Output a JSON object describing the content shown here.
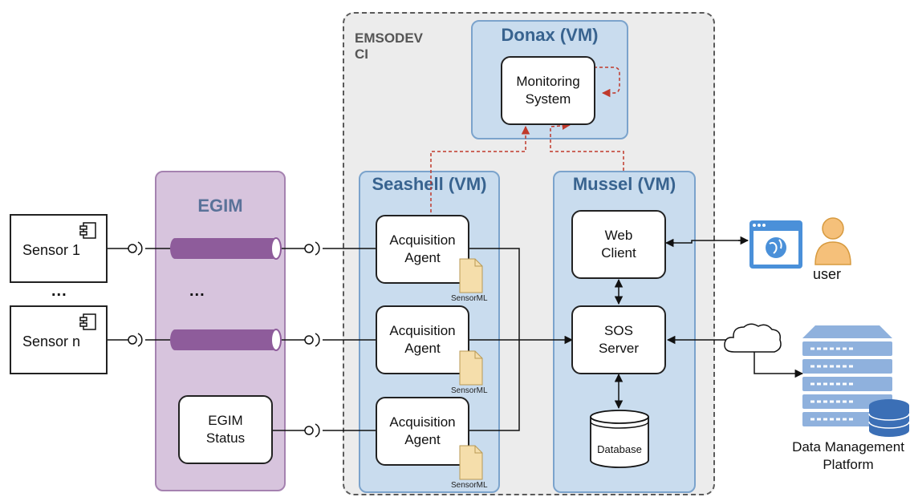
{
  "ci_label": [
    "EMSODEV",
    "CI"
  ],
  "donax": {
    "title": "Donax (VM)",
    "monitoring": [
      "Monitoring",
      "System"
    ]
  },
  "seashell": {
    "title": "Seashell (VM)",
    "agents": [
      [
        "Acquisition",
        "Agent"
      ],
      [
        "Acquisition",
        "Agent"
      ],
      [
        "Acquisition",
        "Agent"
      ]
    ],
    "doc_label": "SensorML"
  },
  "mussel": {
    "title": "Mussel (VM)",
    "web_client": [
      "Web",
      "Client"
    ],
    "sos_server": [
      "SOS",
      "Server"
    ],
    "database": "Database"
  },
  "egim": {
    "title": "EGIM",
    "ellipsis": "...",
    "status": [
      "EGIM",
      "Status"
    ]
  },
  "sensors": [
    {
      "label": "Sensor 1"
    },
    {
      "label": "Sensor n"
    }
  ],
  "sensor_ellipsis": "...",
  "user_label": "user",
  "platform_label": [
    "Data Management",
    "Platform"
  ],
  "colors": {
    "ci_bg": "#ececec",
    "vm_bg": "#c9dcee",
    "vm_title": "#38638f",
    "egim_bg": "#d7c4dd",
    "pipe": "#8e5c9b",
    "monitor_arrow": "#c0392b",
    "doc": "#f5deab",
    "browser": "#4a90d9",
    "user": "#f5c07a",
    "server": "#8fb1dd"
  }
}
